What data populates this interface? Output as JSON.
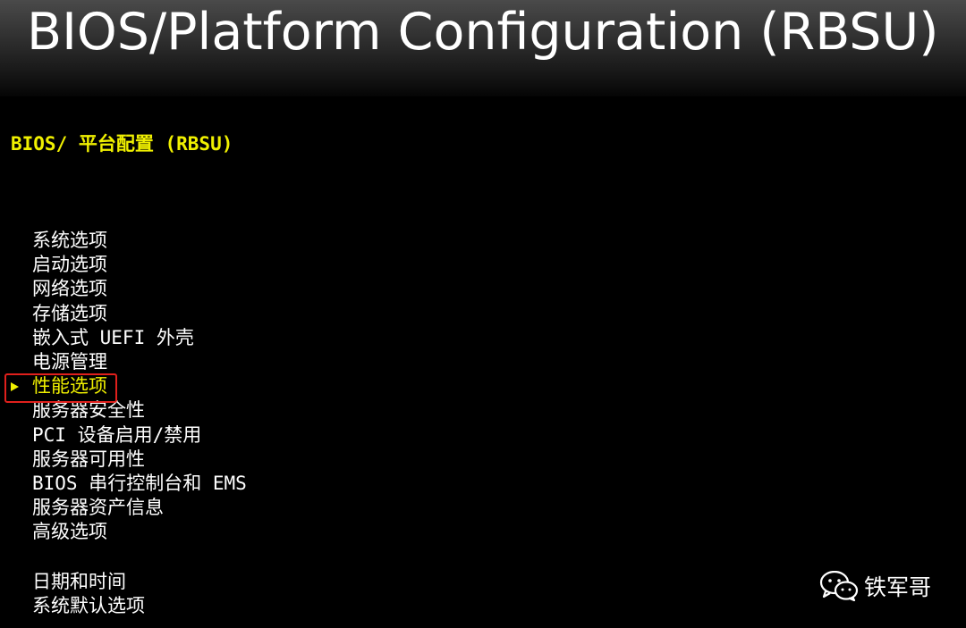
{
  "header": {
    "title": "BIOS/Platform Configuration (RBSU)"
  },
  "page": {
    "heading": "BIOS/ 平台配置 (RBSU)"
  },
  "menu": {
    "items": [
      {
        "label": "系统选项",
        "selected": false
      },
      {
        "label": "启动选项",
        "selected": false
      },
      {
        "label": "网络选项",
        "selected": false
      },
      {
        "label": "存储选项",
        "selected": false
      },
      {
        "label": "嵌入式 UEFI 外壳",
        "selected": false
      },
      {
        "label": "电源管理",
        "selected": false
      },
      {
        "label": "性能选项",
        "selected": true
      },
      {
        "label": "服务器安全性",
        "selected": false
      },
      {
        "label": "PCI 设备启用/禁用",
        "selected": false
      },
      {
        "label": "服务器可用性",
        "selected": false
      },
      {
        "label": "BIOS 串行控制台和 EMS",
        "selected": false
      },
      {
        "label": "服务器资产信息",
        "selected": false
      },
      {
        "label": "高级选项",
        "selected": false
      }
    ],
    "bottom_items": [
      {
        "label": "日期和时间"
      },
      {
        "label": "系统默认选项"
      }
    ]
  },
  "watermark": {
    "text": "铁军哥",
    "icon": "wechat-icon"
  },
  "colors": {
    "background": "#000000",
    "highlight": "#f0f000",
    "text": "#ffffff",
    "annotation_box": "#e0201c"
  }
}
